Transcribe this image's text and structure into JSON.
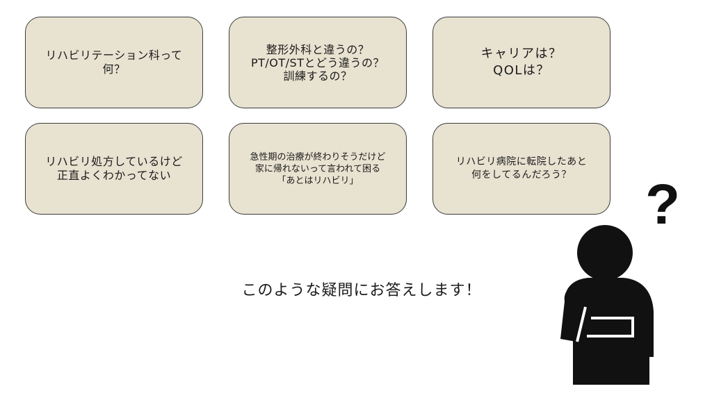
{
  "cards": [
    {
      "text": "リハビリテーション科って\n何？"
    },
    {
      "text": "整形外科と違うの？\nPT/OT/STとどう違うの？\n訓練するの？"
    },
    {
      "text": "キャリアは？\nQOLは？"
    },
    {
      "text": "リハビリ処方しているけど\n正直よくわかってない"
    },
    {
      "text": "急性期の治療が終わりそうだけど\n家に帰れないって言われて困る\n「あとはリハビリ」"
    },
    {
      "text": "リハビリ病院に転院したあと\n何をしてるんだろう？"
    }
  ],
  "answer_text": "このような疑問にお答えします！",
  "figure": {
    "icon": "thinking-person-icon",
    "question_mark": "?"
  },
  "colors": {
    "card_fill": "#e8e2d1",
    "card_border": "#3b3b3b",
    "figure": "#111111"
  }
}
